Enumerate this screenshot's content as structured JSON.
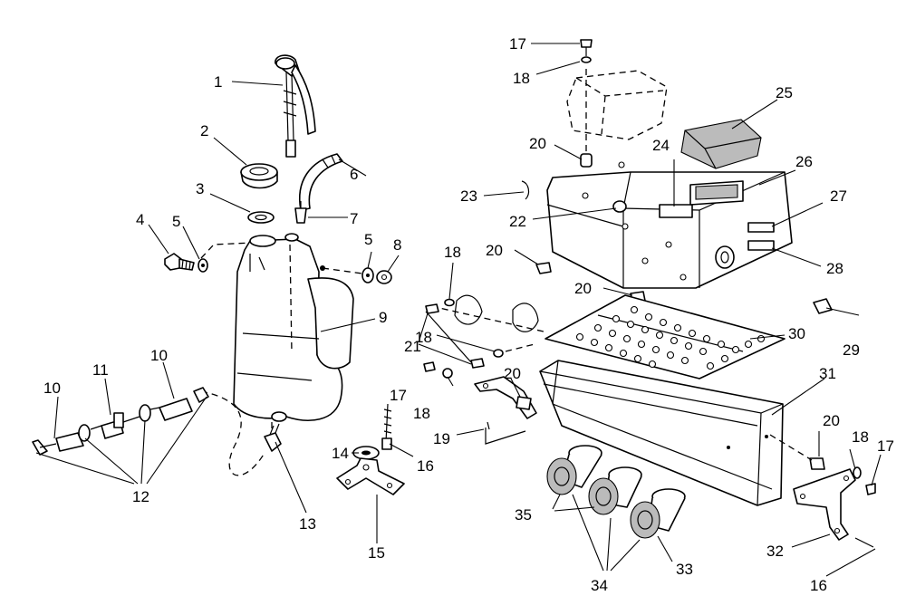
{
  "callouts": [
    "1",
    "2",
    "3",
    "4",
    "5",
    "5",
    "6",
    "7",
    "8",
    "9",
    "10",
    "10",
    "11",
    "12",
    "13",
    "14",
    "15",
    "16",
    "16",
    "17",
    "17",
    "17",
    "18",
    "18",
    "18",
    "18",
    "18",
    "19",
    "20",
    "20",
    "20",
    "20",
    "20",
    "21",
    "22",
    "23",
    "24",
    "25",
    "26",
    "27",
    "28",
    "29",
    "30",
    "31",
    "32",
    "33",
    "34",
    "35"
  ]
}
